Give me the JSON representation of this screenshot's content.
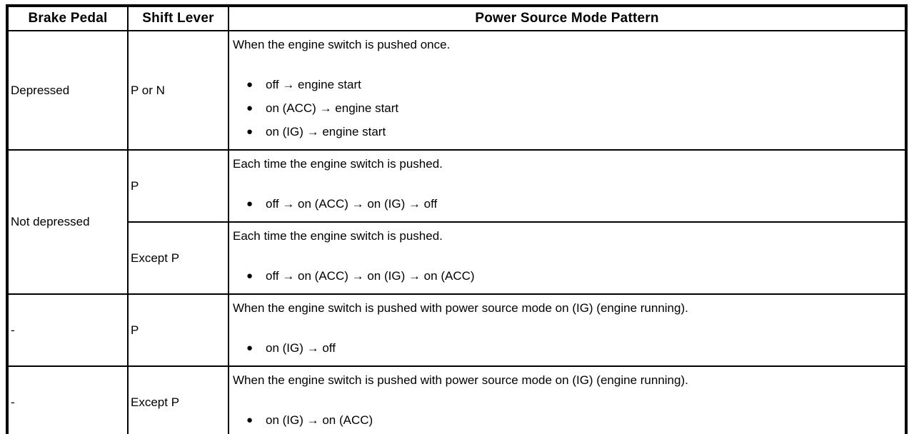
{
  "glyphs": {
    "bullet": "●"
  },
  "colors": {
    "border": "#000000",
    "text": "#000000",
    "background": "#ffffff"
  },
  "table": {
    "headers": [
      "Brake Pedal",
      "Shift Lever",
      "Power Source Mode Pattern"
    ],
    "rows": [
      {
        "brake_pedal": "Depressed",
        "shift_lever": "P or N",
        "pattern": {
          "description": "When the engine switch is pushed once.",
          "steps": [
            "off → engine start",
            "on (ACC) → engine start",
            "on (IG) → engine start"
          ]
        }
      },
      {
        "brake_pedal": "Not depressed",
        "shift_lever": "P",
        "pattern": {
          "description": "Each time the engine switch is pushed.",
          "steps": [
            "off → on (ACC) → on (IG) → off"
          ]
        }
      },
      {
        "shift_lever": "Except P",
        "pattern": {
          "description": "Each time the engine switch is pushed.",
          "steps": [
            "off → on (ACC) → on (IG) → on (ACC)"
          ]
        }
      },
      {
        "brake_pedal": "-",
        "shift_lever": "P",
        "pattern": {
          "description": "When the engine switch is pushed with power source mode on (IG) (engine running).",
          "steps": [
            "on (IG) → off"
          ]
        }
      },
      {
        "brake_pedal": "-",
        "shift_lever": "Except P",
        "pattern": {
          "description": "When the engine switch is pushed with power source mode on (IG) (engine running).",
          "steps": [
            "on (IG) → on (ACC)"
          ]
        }
      }
    ]
  }
}
